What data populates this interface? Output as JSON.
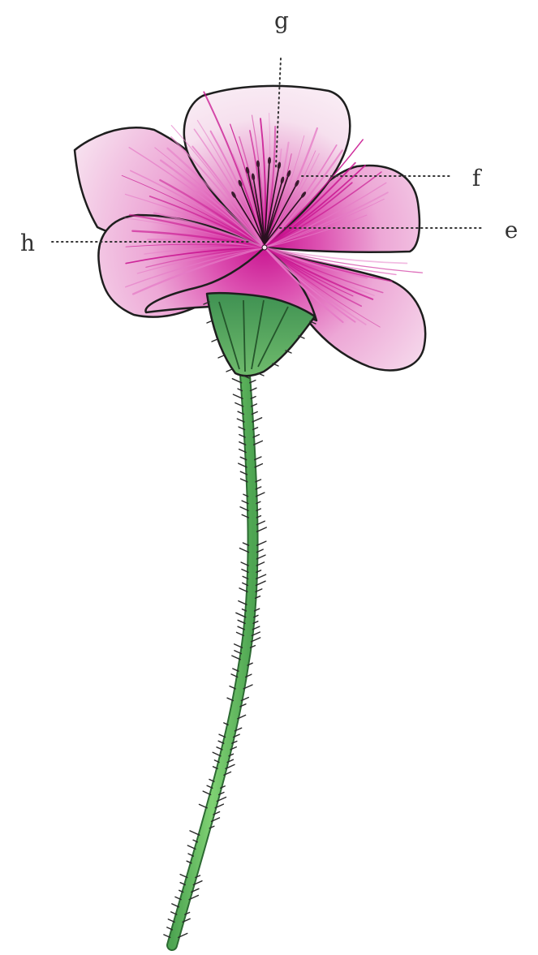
{
  "figure": {
    "subject": "flower",
    "labels": {
      "e": "e",
      "f": "f",
      "g": "g",
      "h": "h"
    },
    "colors": {
      "petal_light": "#f5d9ec",
      "petal_pink": "#e57ac6",
      "petal_magenta": "#c8128f",
      "sepal_green": "#4e9d5c",
      "stem_green": "#6cbf63",
      "outline": "#1e1e1e"
    }
  }
}
